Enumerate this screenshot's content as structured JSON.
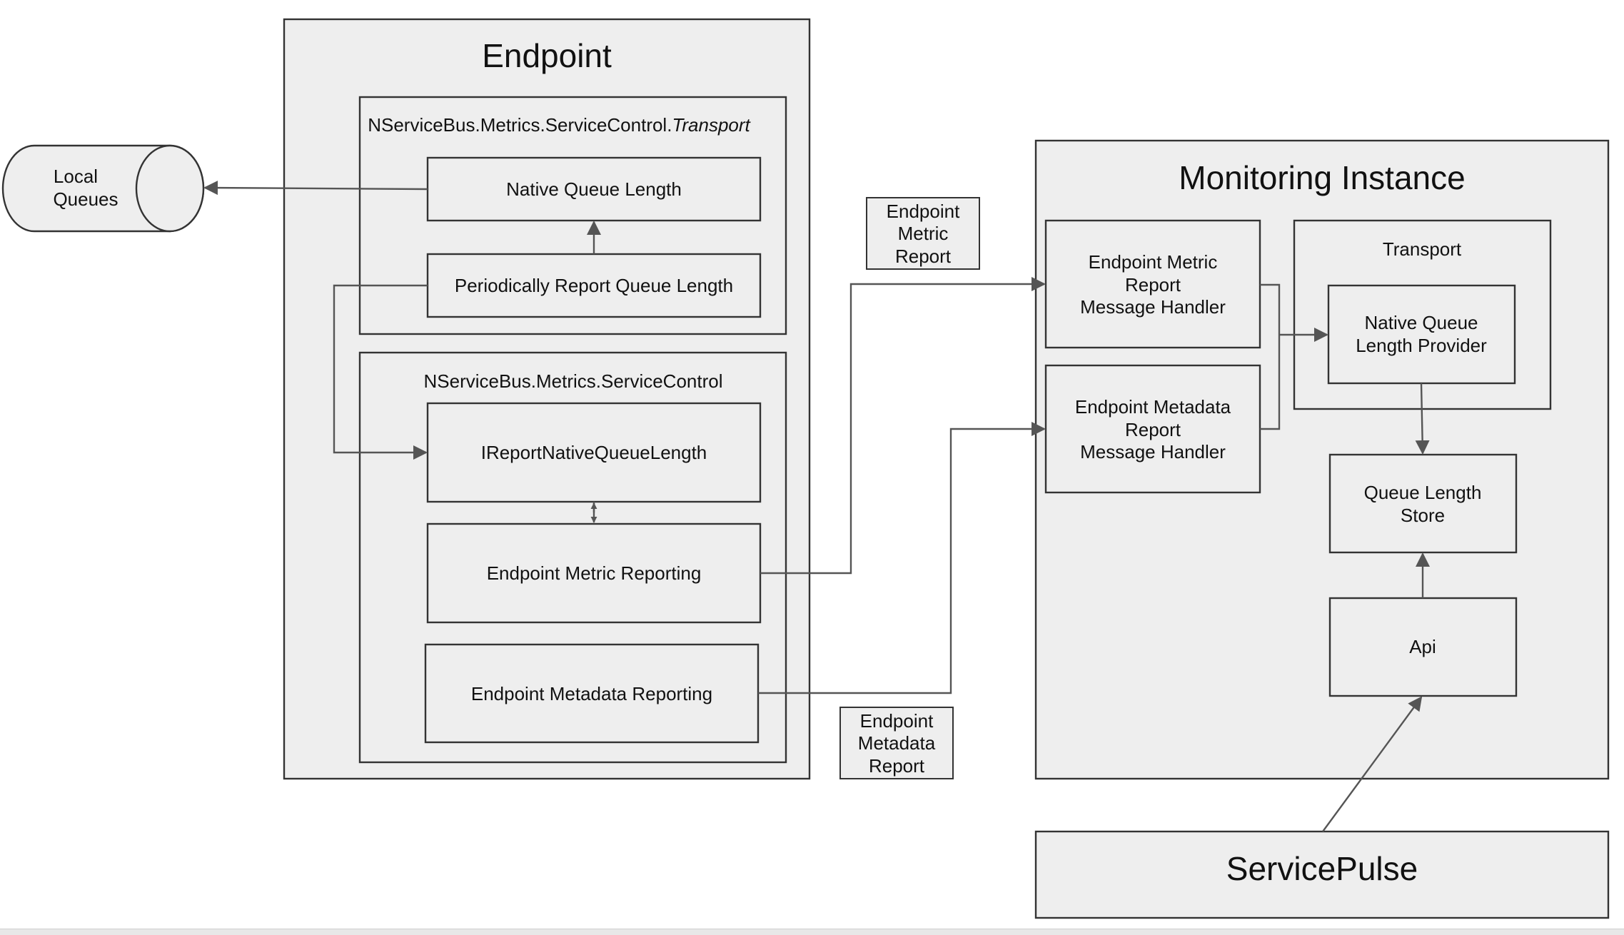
{
  "endpoint": {
    "title": "Endpoint",
    "transport_package": {
      "name_prefix": "NServiceBus.Metrics.ServiceControl.",
      "name_suffix_italic": "Transport",
      "native_queue_length": "Native Queue Length",
      "periodically_report": "Periodically Report Queue Length"
    },
    "servicecontrol_package": {
      "name": "NServiceBus.Metrics.ServiceControl",
      "ireport": "IReportNativeQueueLength",
      "metric_reporting": "Endpoint Metric Reporting",
      "metadata_reporting": "Endpoint Metadata Reporting"
    }
  },
  "local_queues": {
    "lines": [
      "Local",
      "Queues"
    ]
  },
  "messages": {
    "metric_report": [
      "Endpoint",
      "Metric",
      "Report"
    ],
    "metadata_report": [
      "Endpoint",
      "Metadata",
      "Report"
    ]
  },
  "monitoring": {
    "title": "Monitoring Instance",
    "metric_handler": [
      "Endpoint Metric",
      "Report",
      "Message Handler"
    ],
    "metadata_handler": [
      "Endpoint Metadata",
      "Report",
      "Message Handler"
    ],
    "transport": {
      "title": "Transport",
      "provider": [
        "Native Queue",
        "Length Provider"
      ]
    },
    "queue_length_store": [
      "Queue Length",
      "Store"
    ],
    "api": "Api"
  },
  "servicepulse": {
    "title": "ServicePulse"
  }
}
